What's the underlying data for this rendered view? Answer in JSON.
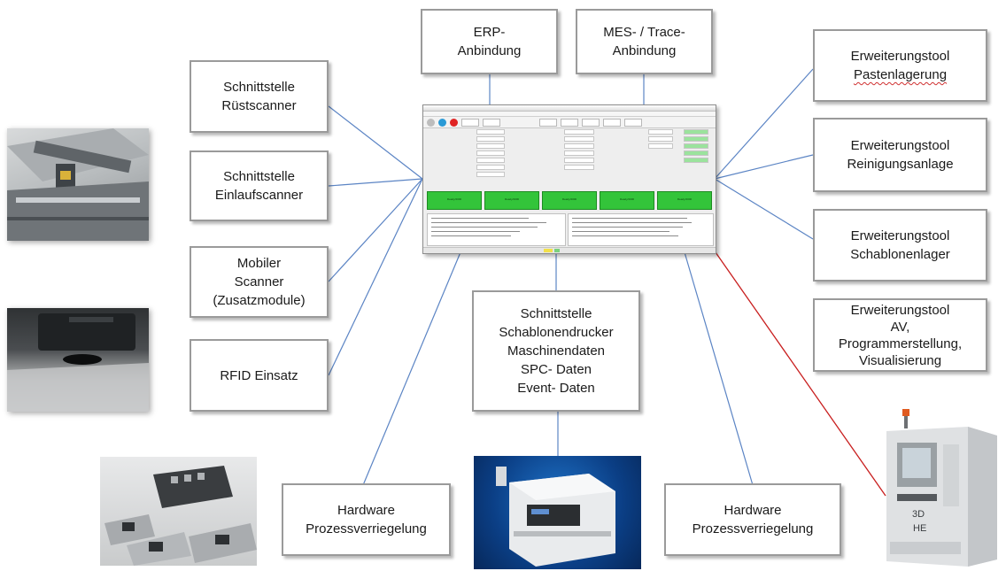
{
  "central_screenshot": {
    "status_tiles": [
      "Ready/4000",
      "Ready/4000",
      "Ready/4000",
      "Ready/4000",
      "Ready/4000"
    ]
  },
  "boxes": {
    "erp": [
      "ERP-",
      "Anbindung"
    ],
    "mes": [
      "MES- / Trace-",
      "Anbindung"
    ],
    "ruestscanner": [
      "Schnittstelle",
      "Rüstscanner"
    ],
    "einlaufscanner": [
      "Schnittstelle",
      "Einlaufscanner"
    ],
    "mobiler_scanner": [
      "Mobiler",
      "Scanner",
      "(Zusatzmodule)"
    ],
    "rfid": [
      "RFID Einsatz"
    ],
    "schablonendrucker": [
      "Schnittstelle",
      "Schablonendrucker",
      "Maschinendaten",
      "SPC- Daten",
      "Event- Daten"
    ],
    "hw_left": [
      "Hardware",
      "Prozessverriegelung"
    ],
    "hw_right": [
      "Hardware",
      "Prozessverriegelung"
    ],
    "pastenlagerung": [
      "Erweiterungstool",
      "Pastenlagerung"
    ],
    "reinigungsanlage": [
      "Erweiterungstool",
      "Reinigungsanlage"
    ],
    "schablonenlager": [
      "Erweiterungstool",
      "Schablonenlager"
    ],
    "av": [
      "Erweiterungstool",
      "AV,",
      "Programmerstellung,",
      "Visualisierung"
    ]
  },
  "machine_label": {
    "top": "3D",
    "bottom": "HE"
  },
  "colors": {
    "connector": "#5b84c4",
    "red_connector": "#c81e1e",
    "box_border": "#9a9a9a",
    "status_green": "#33c43a"
  }
}
